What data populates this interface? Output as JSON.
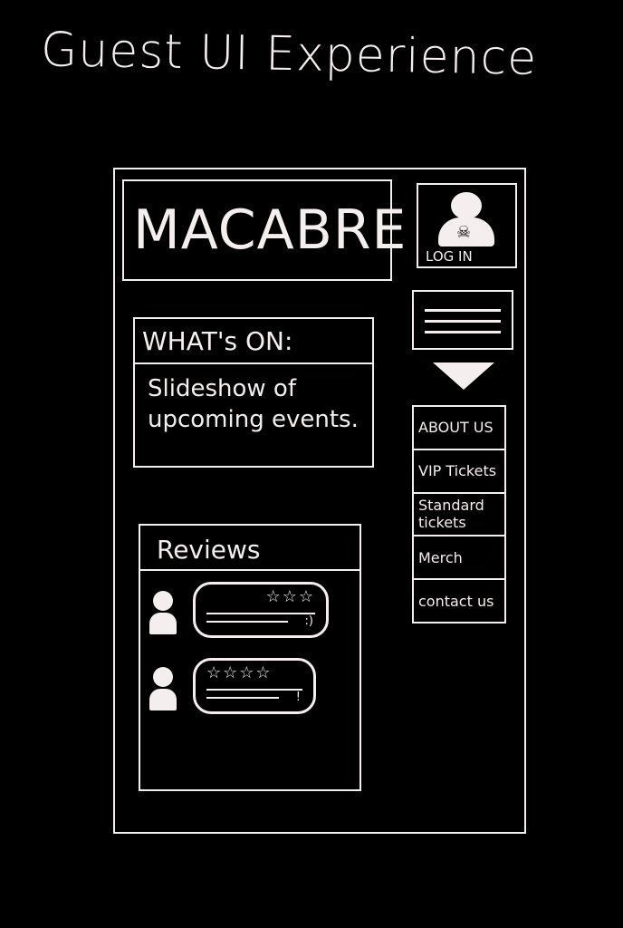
{
  "title": "Guest UI Experience",
  "header": {
    "logo": "MACABRE",
    "login_label": "LOG IN",
    "login_icon": "skull-icon"
  },
  "menu": {
    "hamburger_icon": "hamburger-icon",
    "dropdown_icon": "triangle-down-icon",
    "items": [
      {
        "label": "ABOUT US"
      },
      {
        "label": "VIP Tickets"
      },
      {
        "label": "Standard tickets"
      },
      {
        "label": "Merch"
      },
      {
        "label": "contact us"
      }
    ]
  },
  "whats_on": {
    "heading": "WHAT's ON:",
    "body": "Slideshow of upcoming events."
  },
  "reviews": {
    "heading": "Reviews",
    "items": [
      {
        "stars": 3,
        "star_text": "☆☆☆",
        "text": ":)"
      },
      {
        "stars": 4,
        "star_text": "☆☆☆☆",
        "text": "!"
      }
    ]
  }
}
